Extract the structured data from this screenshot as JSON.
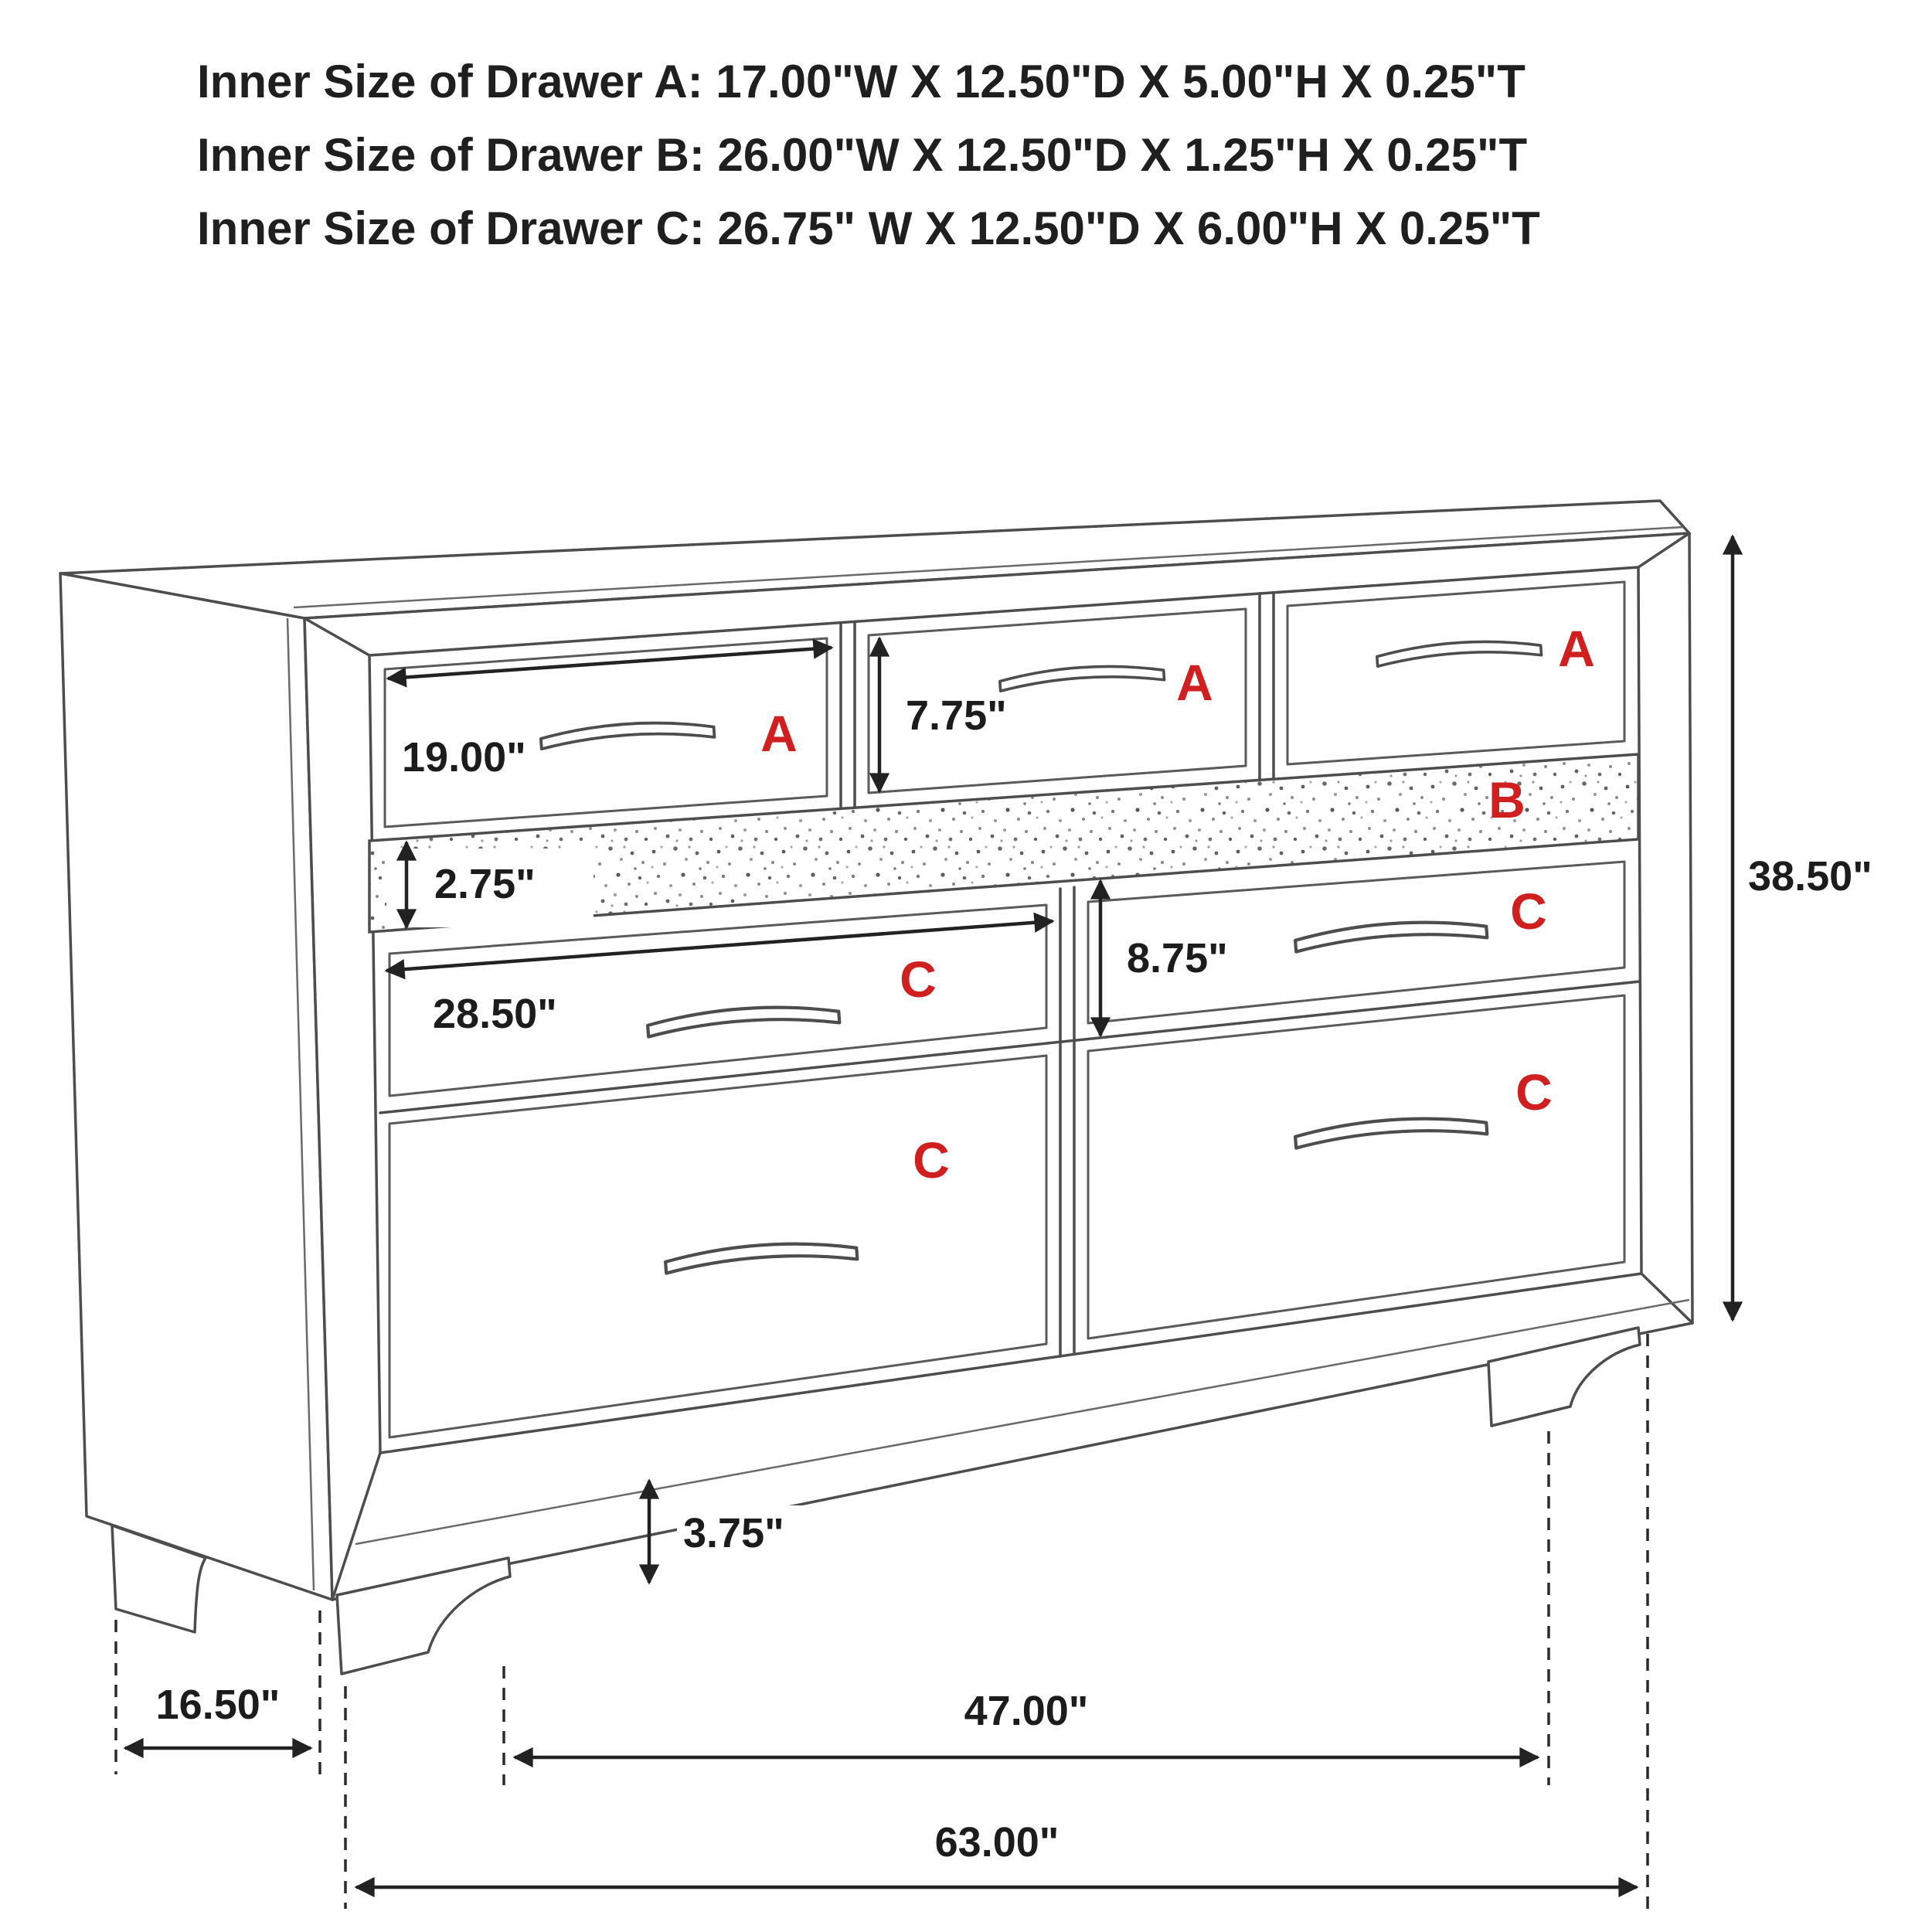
{
  "header": {
    "lines": [
      "Inner Size of Drawer A: 17.00\"W X 12.50\"D X 5.00\"H X 0.25\"T",
      "Inner Size of Drawer B: 26.00\"W X 12.50\"D X 1.25\"H X 0.25\"T",
      "Inner Size of Drawer C: 26.75\" W X 12.50\"D X 6.00\"H X 0.25\"T"
    ]
  },
  "diagram": {
    "kind": "dresser-dimension-line-drawing",
    "labels": {
      "a1": "A",
      "a2": "A",
      "a3": "A",
      "b": "B",
      "c1": "C",
      "c2": "C",
      "c3": "C",
      "c4": "C"
    },
    "dims": {
      "a_width": "19.00\"",
      "a_height": "7.75\"",
      "b_height": "2.75\"",
      "c_width": "28.50\"",
      "c_height": "8.75\"",
      "overall_height": "38.50\"",
      "base_height": "3.75\"",
      "depth": "16.50\"",
      "leg_span": "47.00\"",
      "overall_width": "63.00\""
    },
    "colors": {
      "label_red": "#d01f1f",
      "dimension_text": "#1c1c1c",
      "line_gray": "#4d4d4d"
    }
  }
}
